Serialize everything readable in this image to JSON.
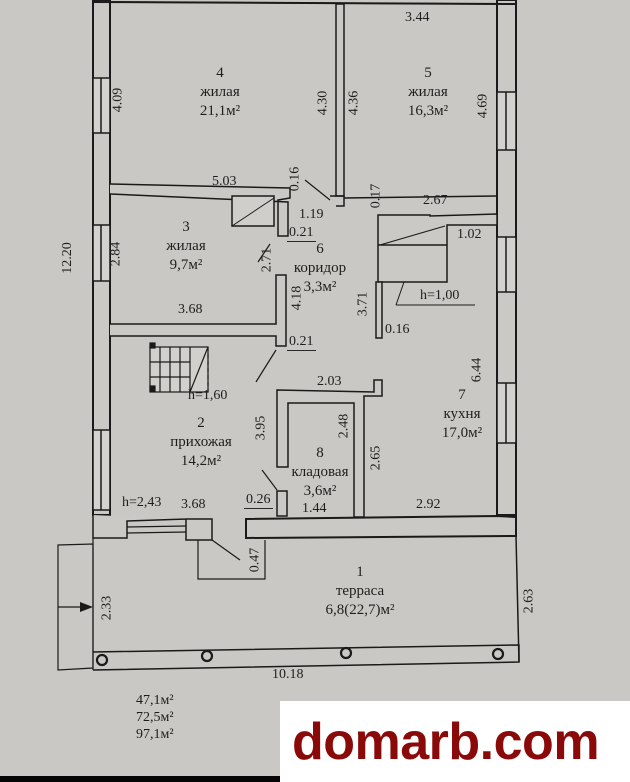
{
  "title": "Floor plan",
  "colors": {
    "paper": "#c9c8c4",
    "ink": "#1c1c1c",
    "watermark": "#8a0a0a"
  },
  "rooms": [
    {
      "number": "1",
      "name": "терраса",
      "area": "6,8(22,7)м²"
    },
    {
      "number": "2",
      "name": "прихожая",
      "area": "14,2м²"
    },
    {
      "number": "3",
      "name": "жилая",
      "area": "9,7м²"
    },
    {
      "number": "4",
      "name": "жилая",
      "area": "21,1м²"
    },
    {
      "number": "5",
      "name": "жилая",
      "area": "16,3м²"
    },
    {
      "number": "6",
      "name": "коридор",
      "area": "3,3м²"
    },
    {
      "number": "7",
      "name": "кухня",
      "area": "17,0м²"
    },
    {
      "number": "8",
      "name": "кладовая",
      "area": "3,6м²"
    }
  ],
  "dimensions": {
    "r4_side": "4.09",
    "r4_r5_wall_a": "4.30",
    "r4_r5_wall_b": "4.36",
    "r5_top": "3.44",
    "r5_side": "4.69",
    "r3_top": "5.03",
    "d_016_a": "0.16",
    "d_017": "0.17",
    "d_119": "1.19",
    "d_021_a": "0.21",
    "d_267": "2.67",
    "d_102": "1.02",
    "overall_height": "12.20",
    "r3_side": "2.84",
    "d_271": "2.71",
    "d_418": "4.18",
    "d_371": "3.71",
    "h_stair_top": "h=1,00",
    "d_016_b": "0.16",
    "r3_bottom": "3.68",
    "d_021_b": "0.21",
    "d_644": "6.44",
    "h_stair": "h=1,60",
    "d_203": "2.03",
    "d_395": "3.95",
    "d_248": "2.48",
    "d_265": "2.65",
    "h_entry": "h=2,43",
    "r2_bottom": "3.68",
    "d_026": "0.26",
    "d_144": "1.44",
    "d_292": "2.92",
    "d_047": "0.47",
    "terrace_left": "2.33",
    "terrace_right": "2.63",
    "terrace_width": "10.18"
  },
  "totals": [
    "47,1м²",
    "72,5м²",
    "97,1м²"
  ],
  "watermark": "domarb.com"
}
